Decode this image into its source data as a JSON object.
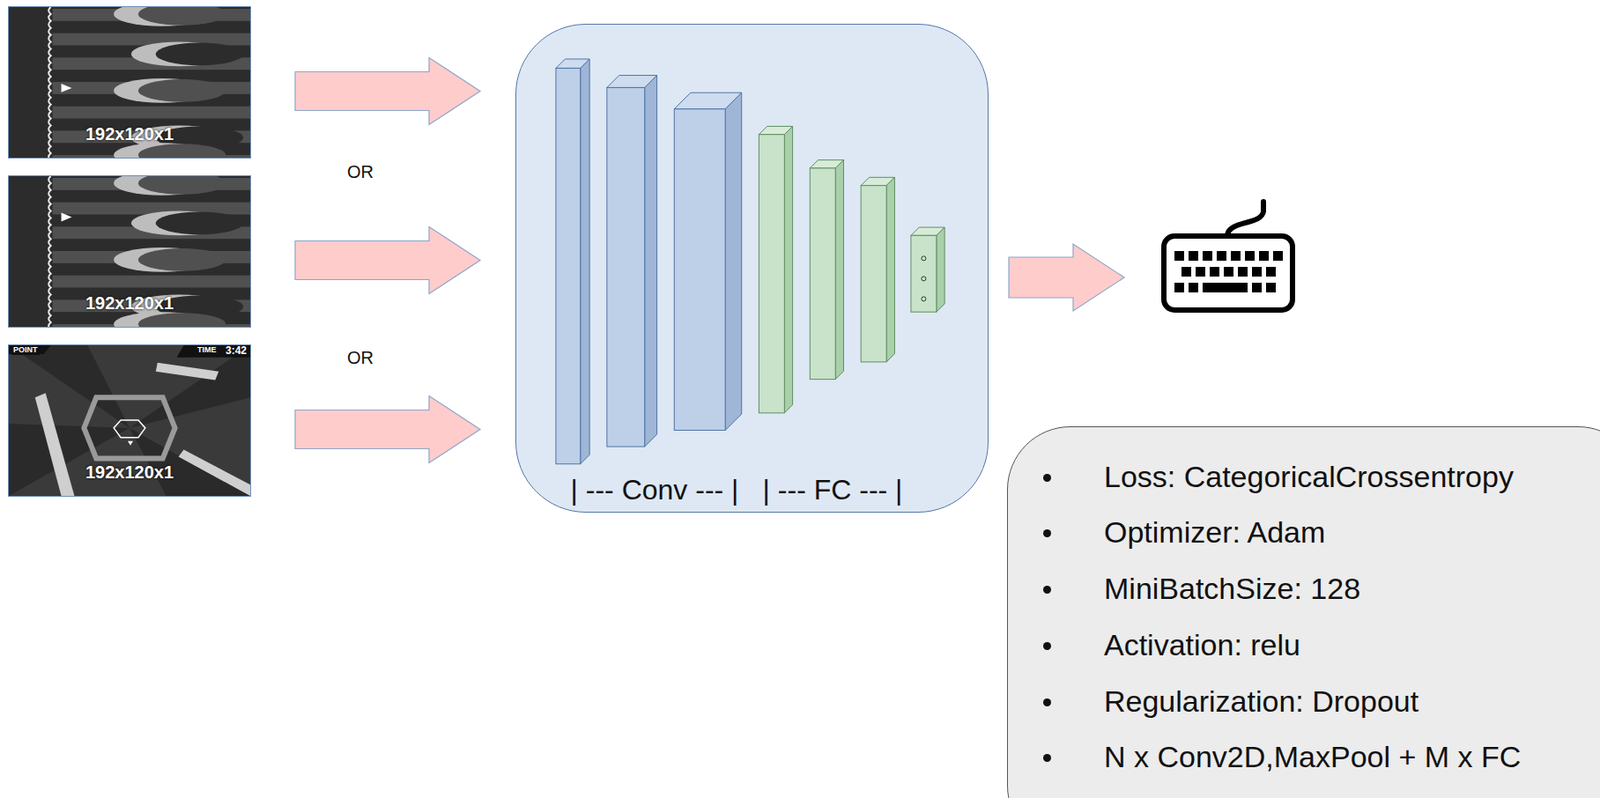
{
  "diagram": {
    "nodes": [
      {
        "text": [
          "192x120x1"
        ]
      },
      {
        "text": [
          "192x120x1"
        ]
      },
      {
        "text": [
          "192x120x1"
        ]
      },
      {
        "text": [
          "| --- Conv --- |",
          "| --- FC --- |"
        ]
      },
      {
        "text": [
          "Loss: CategoricalCrossentropy",
          "Optimizer: Adam",
          "MiniBatchSize: 128",
          "Activation: relu",
          "Regularization: Dropout",
          "N x Conv2D,MaxPool + M x FC"
        ]
      }
    ],
    "edges": [
      {
        "from": 0,
        "to": 3,
        "arrow": "to"
      },
      {
        "from": 1,
        "to": 3,
        "arrow": "to"
      },
      {
        "from": 2,
        "to": 3,
        "arrow": "to"
      }
    ],
    "labels": [
      "OR",
      "OR",
      "POINT",
      "TIME",
      "3:42"
    ]
  }
}
